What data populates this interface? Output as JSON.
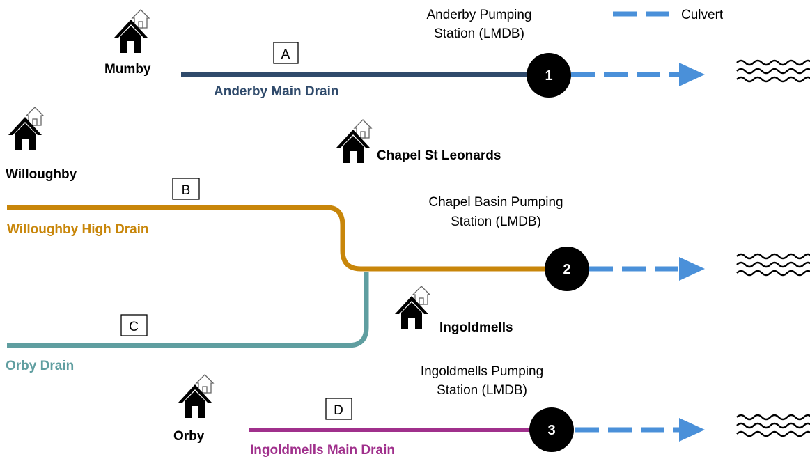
{
  "legend": {
    "culvert_label": "Culvert",
    "culvert_color": "#4a90d9"
  },
  "colors": {
    "anderby": "#2f4a6b",
    "willoughby": "#c8860a",
    "orby": "#5f9ea0",
    "ingoldmells": "#a0308c",
    "station_fill": "#000000",
    "culvert": "#4a90d9"
  },
  "towns": {
    "mumby": "Mumby",
    "willoughby": "Willoughby",
    "chapel": "Chapel St Leonards",
    "ingoldmells": "Ingoldmells",
    "orby": "Orby"
  },
  "drains": {
    "anderby": "Anderby Main Drain",
    "willoughby": "Willoughby High Drain",
    "orby": "Orby Drain",
    "ingoldmells": "Ingoldmells Main Drain"
  },
  "boxes": {
    "a": "A",
    "b": "B",
    "c": "C",
    "d": "D"
  },
  "stations": {
    "anderby": {
      "line1": "Anderby Pumping",
      "line2": "Station (LMDB)",
      "number": "1"
    },
    "chapel": {
      "line1": "Chapel Basin Pumping",
      "line2": "Station (LMDB)",
      "number": "2"
    },
    "ingoldmells": {
      "line1": "Ingoldmells Pumping",
      "line2": "Station (LMDB)",
      "number": "3"
    }
  },
  "icons": {
    "town": "house-icon",
    "sea": "waves-icon"
  }
}
